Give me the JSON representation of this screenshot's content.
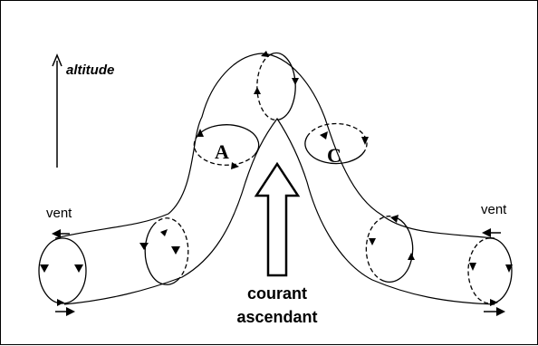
{
  "labels": {
    "altitude": "altitude",
    "wind_left": "vent",
    "wind_right": "vent",
    "vortex_a": "A",
    "vortex_c": "C",
    "updraft_line1": "courant",
    "updraft_line2": "ascendant"
  }
}
